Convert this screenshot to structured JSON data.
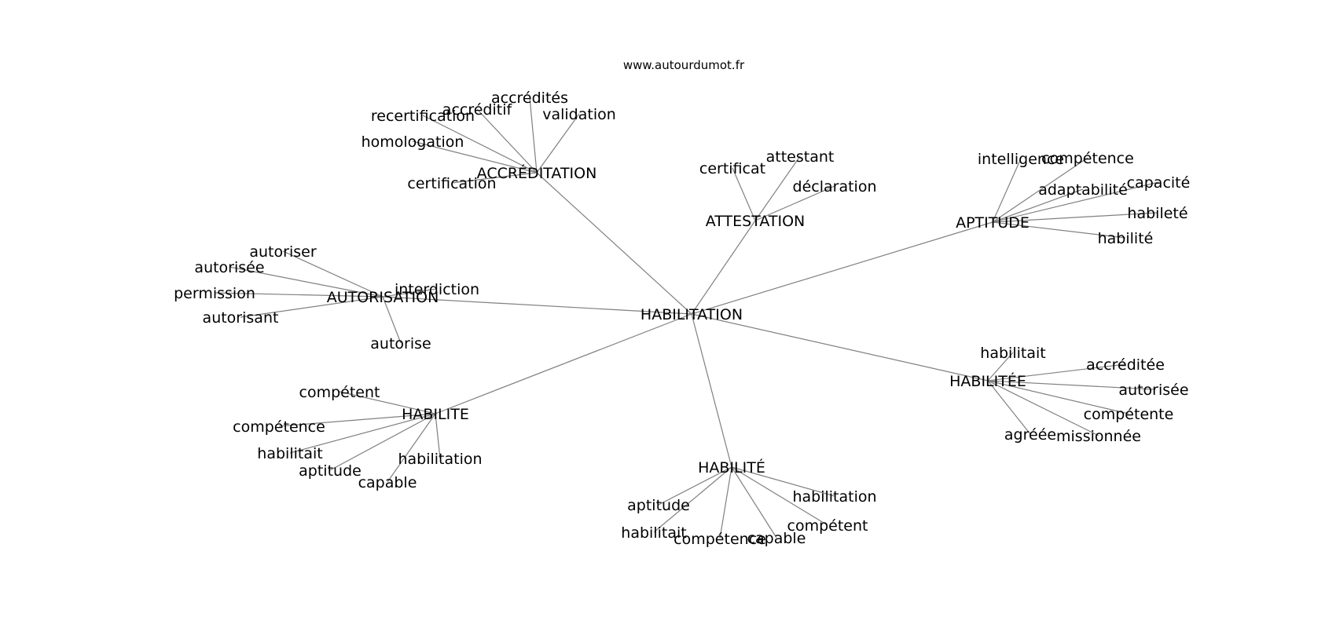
{
  "header": {
    "site": "www.autourdumot.fr"
  },
  "graph": {
    "center": "HABILITATION",
    "edge_color": "#808080",
    "clusters": [
      {
        "hub": "ACCRÉDITATION",
        "words": [
          "accrédités",
          "accréditif",
          "validation",
          "recertification",
          "homologation",
          "certification"
        ]
      },
      {
        "hub": "ATTESTATION",
        "words": [
          "attestant",
          "certificat",
          "déclaration"
        ]
      },
      {
        "hub": "APTITUDE",
        "words": [
          "intelligence",
          "compétence",
          "adaptabilité",
          "capacité",
          "habileté",
          "habilité"
        ]
      },
      {
        "hub": "AUTORISATION",
        "words": [
          "autoriser",
          "autorisée",
          "permission",
          "interdiction",
          "autorisant",
          "autorise"
        ]
      },
      {
        "hub": "HABILITÉE",
        "words": [
          "habilitait",
          "accréditée",
          "autorisée",
          "compétente",
          "agréée",
          "missionnée"
        ]
      },
      {
        "hub": "HABILITE",
        "words": [
          "compétent",
          "compétence",
          "habilitait",
          "habilitation",
          "aptitude",
          "capable"
        ]
      },
      {
        "hub": "HABILITÉ",
        "words": [
          "habilitation",
          "aptitude",
          "compétent",
          "habilitait",
          "compétence",
          "capable"
        ]
      }
    ]
  }
}
